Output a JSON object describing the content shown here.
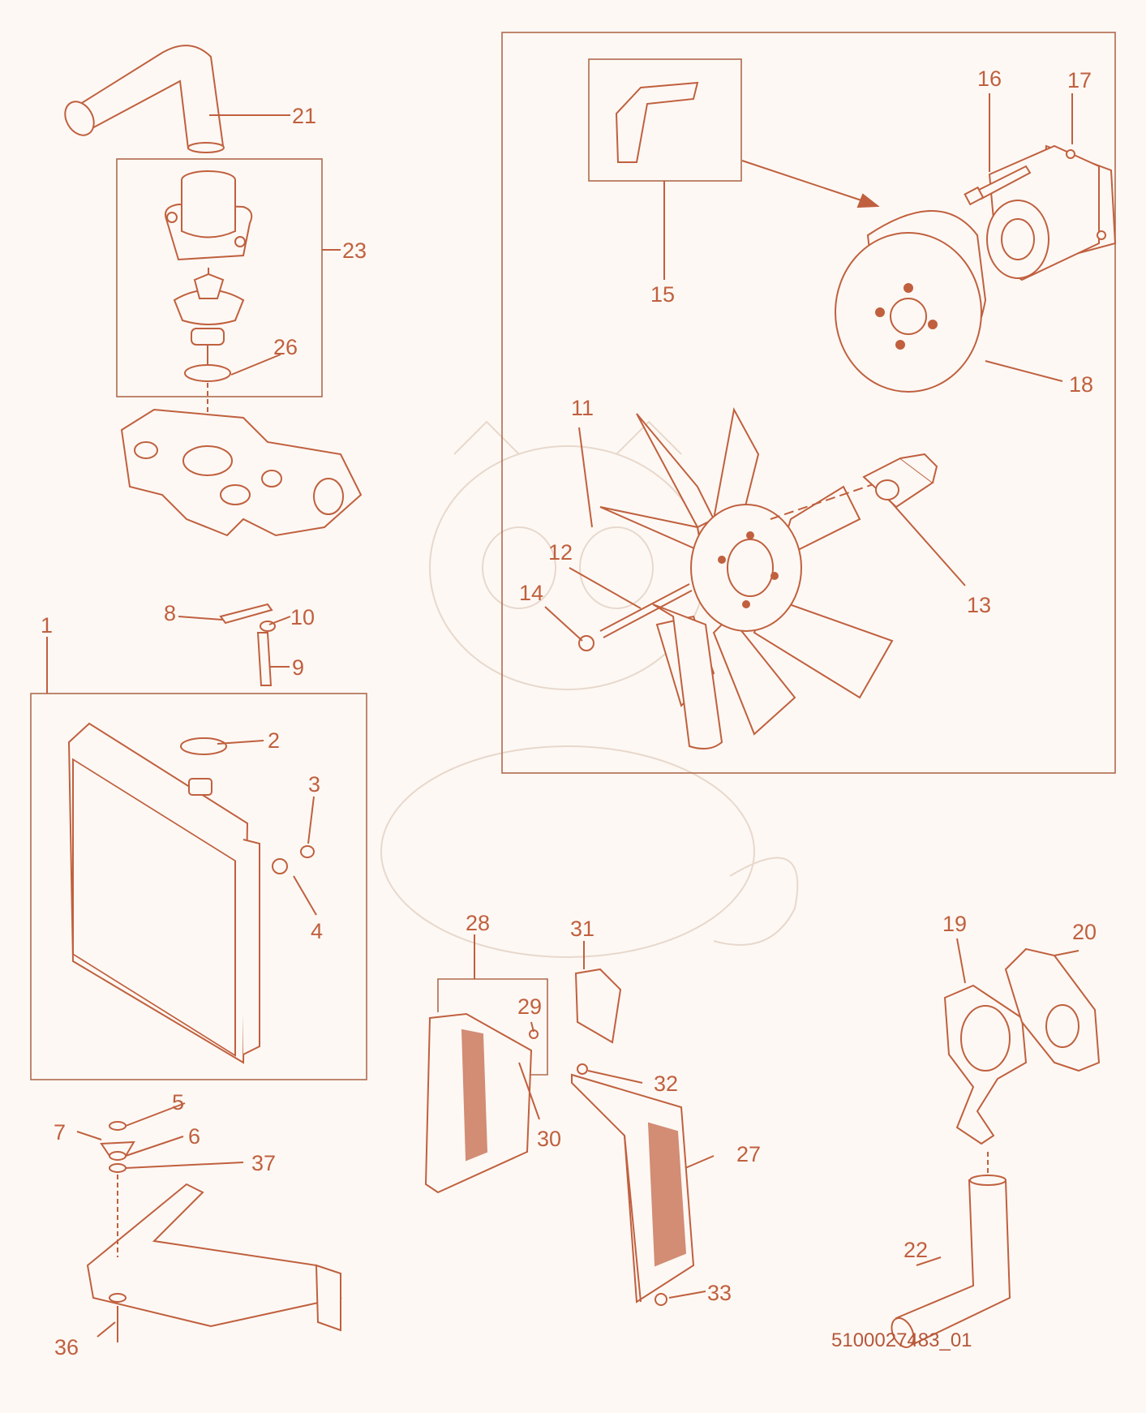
{
  "drawing_code": "5100027483_01",
  "callouts": [
    {
      "id": "c1",
      "label": "1"
    },
    {
      "id": "c2",
      "label": "2"
    },
    {
      "id": "c3",
      "label": "3"
    },
    {
      "id": "c4",
      "label": "4"
    },
    {
      "id": "c5",
      "label": "5"
    },
    {
      "id": "c6",
      "label": "6"
    },
    {
      "id": "c7",
      "label": "7"
    },
    {
      "id": "c8",
      "label": "8"
    },
    {
      "id": "c9",
      "label": "9"
    },
    {
      "id": "c10",
      "label": "10"
    },
    {
      "id": "c11",
      "label": "11"
    },
    {
      "id": "c12",
      "label": "12"
    },
    {
      "id": "c13",
      "label": "13"
    },
    {
      "id": "c14",
      "label": "14"
    },
    {
      "id": "c15",
      "label": "15"
    },
    {
      "id": "c16",
      "label": "16"
    },
    {
      "id": "c17",
      "label": "17"
    },
    {
      "id": "c18",
      "label": "18"
    },
    {
      "id": "c19",
      "label": "19"
    },
    {
      "id": "c20",
      "label": "20"
    },
    {
      "id": "c21",
      "label": "21"
    },
    {
      "id": "c22",
      "label": "22"
    },
    {
      "id": "c23",
      "label": "23"
    },
    {
      "id": "c26",
      "label": "26"
    },
    {
      "id": "c27",
      "label": "27"
    },
    {
      "id": "c28",
      "label": "28"
    },
    {
      "id": "c29",
      "label": "29"
    },
    {
      "id": "c30",
      "label": "30"
    },
    {
      "id": "c31",
      "label": "31"
    },
    {
      "id": "c32",
      "label": "32"
    },
    {
      "id": "c33",
      "label": "33"
    },
    {
      "id": "c36",
      "label": "36"
    },
    {
      "id": "c37",
      "label": "37"
    }
  ],
  "colors": {
    "line": "#c0603e",
    "background": "#fdf8f4",
    "frame": "#b06a4c"
  }
}
